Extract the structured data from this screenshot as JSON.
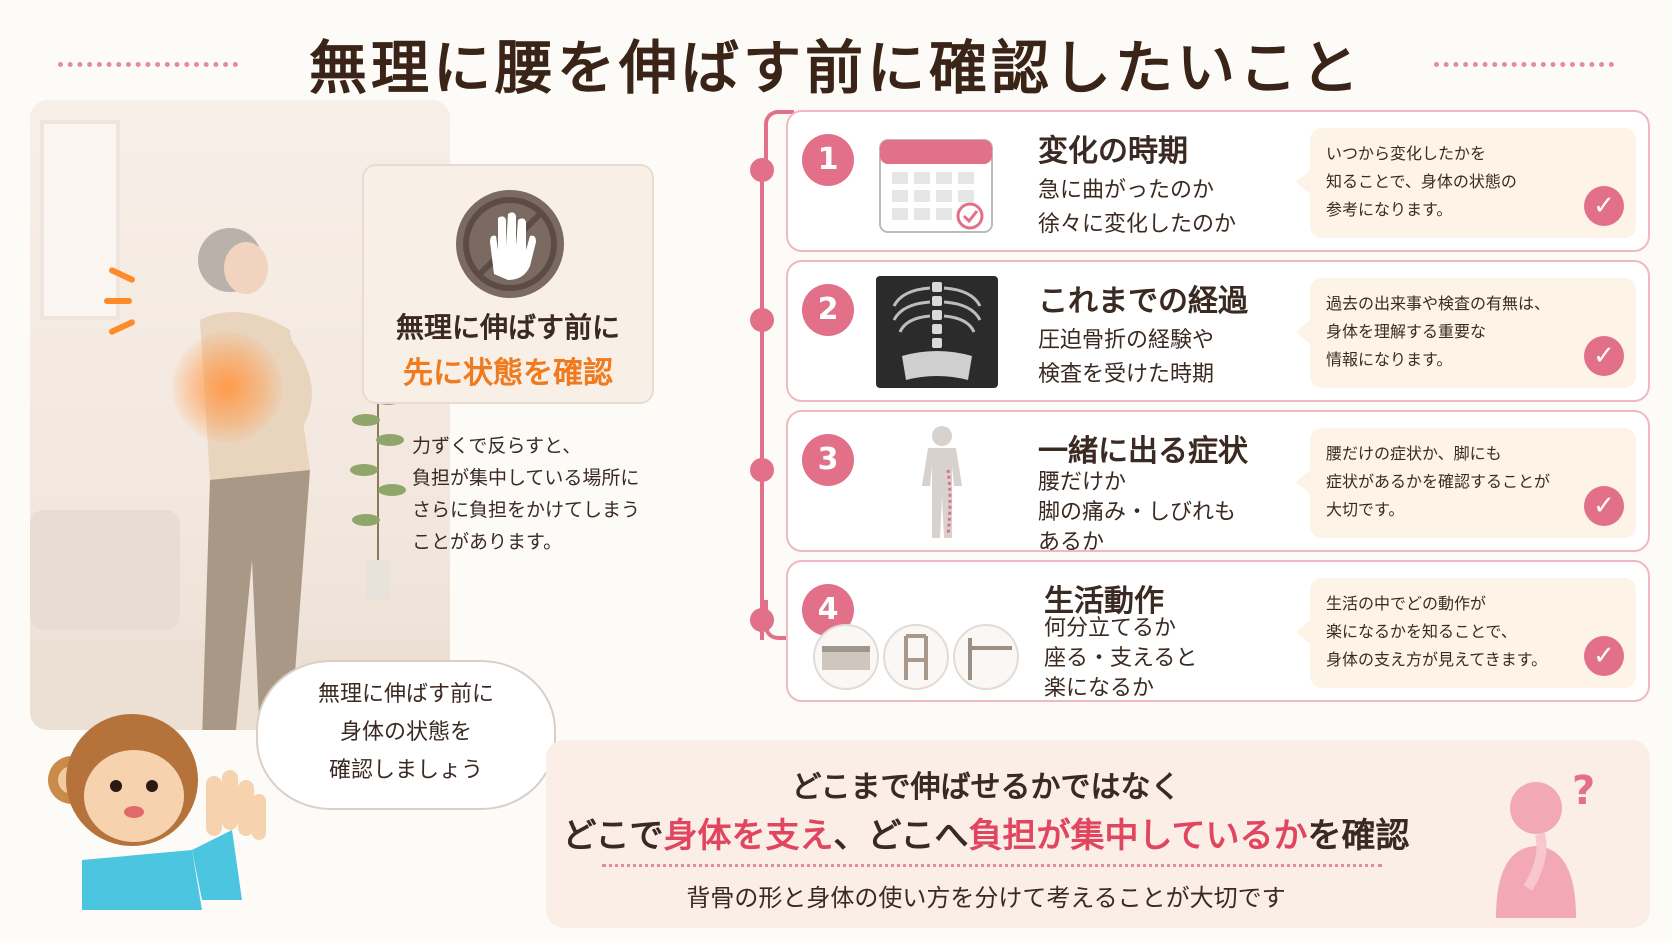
{
  "title": "無理に腰を伸ばす前に確認したいこと",
  "stop_card": {
    "line1": "無理に伸ばす前に",
    "line2": "先に状態を確認"
  },
  "stop_desc": [
    "力ずくで反らすと、",
    "負担が集中している場所に",
    "さらに負担をかけてしまう",
    "ことがあります。"
  ],
  "bubble": [
    "無理に伸ばす前に",
    "身体の状態を",
    "確認しましょう"
  ],
  "items": [
    {
      "num": "1",
      "icon": "calendar-icon",
      "title": "変化の時期",
      "body": [
        "急に曲がったのか",
        "徐々に変化したのか"
      ],
      "note": [
        "いつから変化したかを",
        "知ることで、身体の状態の",
        "参考になります。"
      ]
    },
    {
      "num": "2",
      "icon": "xray-spine-icon",
      "title": "これまでの経過",
      "body": [
        "圧迫骨折の経験や",
        "検査を受けた時期"
      ],
      "note": [
        "過去の出来事や検査の有無は、",
        "身体を理解する重要な",
        "情報になります。"
      ]
    },
    {
      "num": "3",
      "icon": "body-leg-symptom-icon",
      "title": "一緒に出る症状",
      "body": [
        "腰だけか",
        "脚の痛み・しびれも",
        "あるか"
      ],
      "note": [
        "腰だけの症状か、脚にも",
        "症状があるかを確認することが",
        "大切です。"
      ]
    },
    {
      "num": "4",
      "icon": "daily-activity-icons",
      "title": "生活動作",
      "body": [
        "何分立てるか",
        "座る・支えると",
        "楽になるか"
      ],
      "note": [
        "生活の中でどの動作が",
        "楽になるかを知ることで、",
        "身体の支え方が見えてきます。"
      ]
    }
  ],
  "bottom": {
    "line1": "どこまで伸ばせるかではなく",
    "line2_a": "どこで",
    "line2_hl1": "身体を支え",
    "line2_b": "、どこへ",
    "line2_hl2": "負担が集中しているか",
    "line2_c": "を確認",
    "line3": "背骨の形と身体の使い方を分けて考えることが大切です"
  },
  "colors": {
    "accent": "#e27089",
    "highlight": "#e0465f",
    "orange": "#f07a1e"
  }
}
